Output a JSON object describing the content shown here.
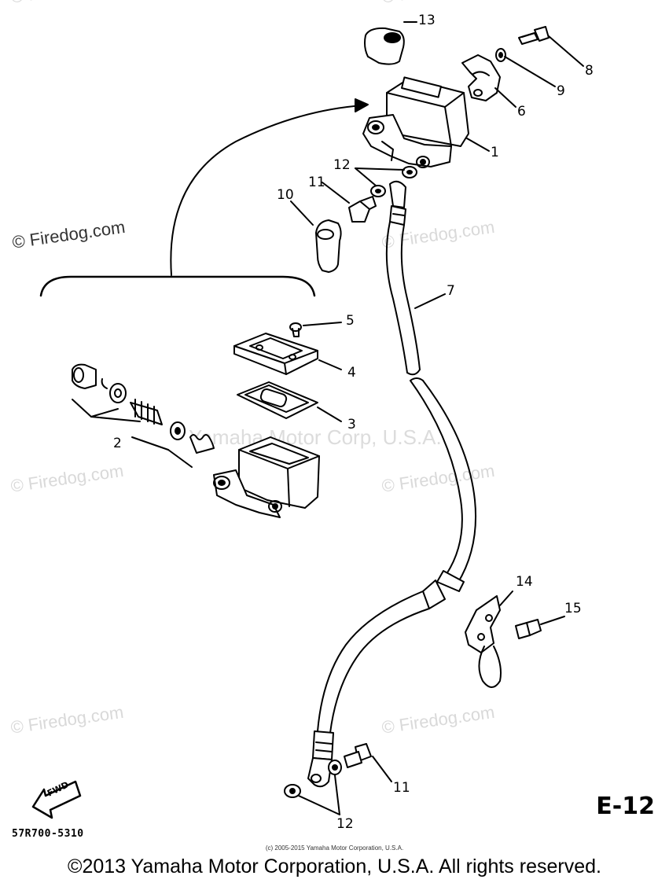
{
  "watermarks": {
    "firedog": "© Firedog.com",
    "tm": "Yamaha Motor Corp, U.S.A."
  },
  "callouts": {
    "c1": "1",
    "c2": "2",
    "c3": "3",
    "c4": "4",
    "c5": "5",
    "c6": "6",
    "c7": "7",
    "c8": "8",
    "c9": "9",
    "c10": "10",
    "c11_top": "11",
    "c11_bottom": "11",
    "c12_top": "12",
    "c12_bottom": "12",
    "c13": "13",
    "c14": "14",
    "c15": "15"
  },
  "fwd_label": "FWD",
  "section_label": "E-12",
  "drawing_number": "57R700-5310",
  "small_copyright": "(c) 2005-2015 Yamaha Motor Corporation, U.S.A.",
  "copyright": "©2013 Yamaha Motor Corporation, U.S.A. All rights reserved.",
  "colors": {
    "line": "#000000",
    "watermark": "#d9d9d9"
  }
}
